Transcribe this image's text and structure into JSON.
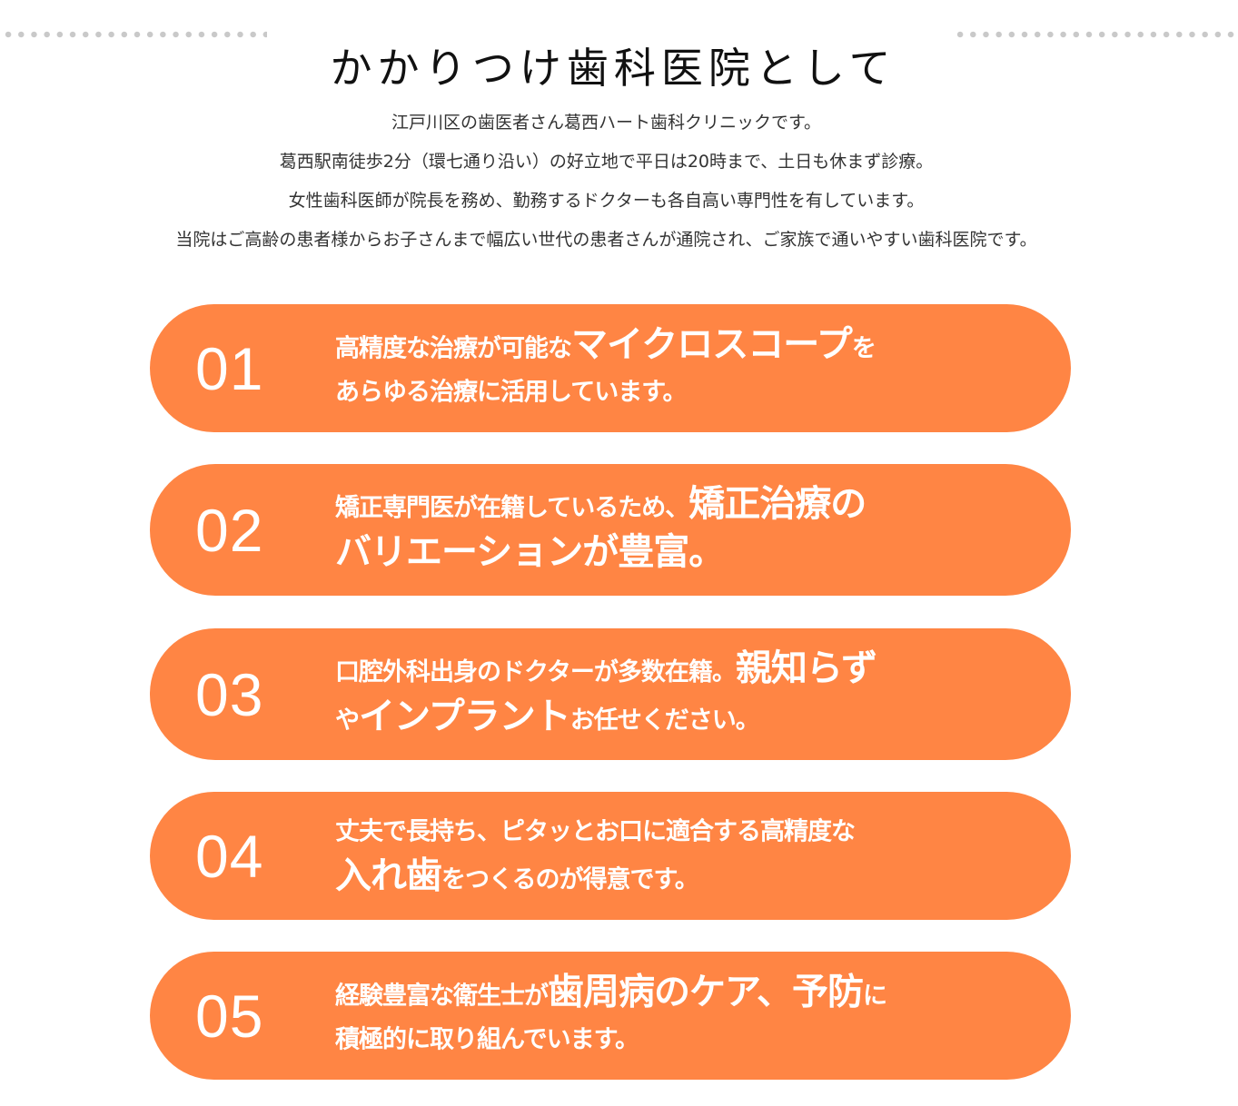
{
  "heading": {
    "title": "かかりつけ歯科医院として",
    "decor_color": "#c9c9c9"
  },
  "intro": {
    "lines": [
      "江戸川区の歯医者さん葛西ハート歯科クリニックです。",
      "葛西駅南徒歩2分（環七通り沿い）の好立地で平日は20時まで、土日も休まず診療。",
      "女性歯科医師が院長を務め、勤務するドクターも各自高い専門性を有しています。",
      "当院はご高齢の患者様からお子さんまで幅広い世代の患者さんが通院され、ご家族で通いやすい歯科医院です。"
    ]
  },
  "theme": {
    "accent": "#ff8544",
    "pill_text": "#ffffff"
  },
  "features": [
    {
      "number": "01",
      "line1": [
        {
          "t": "高精度な治療が可能な",
          "big": false
        },
        {
          "t": "マイクロスコープ",
          "big": true
        },
        {
          "t": "を",
          "big": false
        }
      ],
      "line2": [
        {
          "t": "あらゆる治療に活用しています。",
          "big": false
        }
      ]
    },
    {
      "number": "02",
      "line1": [
        {
          "t": "矯正専門医が在籍しているため、",
          "big": false
        },
        {
          "t": "矯正治療の",
          "big": true
        }
      ],
      "line2": [
        {
          "t": "バリエーションが豊富。",
          "big": true
        }
      ]
    },
    {
      "number": "03",
      "line1": [
        {
          "t": "口腔外科出身のドクターが多数在籍。",
          "big": false
        },
        {
          "t": "親知らず",
          "big": true
        }
      ],
      "line2": [
        {
          "t": "や",
          "big": false
        },
        {
          "t": "インプラント",
          "big": true
        },
        {
          "t": "お任せください。",
          "big": false
        }
      ]
    },
    {
      "number": "04",
      "line1": [
        {
          "t": "丈夫で長持ち、ピタッとお口に適合する高精度な",
          "big": false
        }
      ],
      "line2": [
        {
          "t": "入れ歯",
          "big": true
        },
        {
          "t": "をつくるのが得意です。",
          "big": false
        }
      ]
    },
    {
      "number": "05",
      "line1": [
        {
          "t": "経験豊富な衛生士が",
          "big": false
        },
        {
          "t": "歯周病のケア、予防",
          "big": true
        },
        {
          "t": "に",
          "big": false
        }
      ],
      "line2": [
        {
          "t": "積極的に取り組んでいます。",
          "big": false
        }
      ]
    }
  ]
}
